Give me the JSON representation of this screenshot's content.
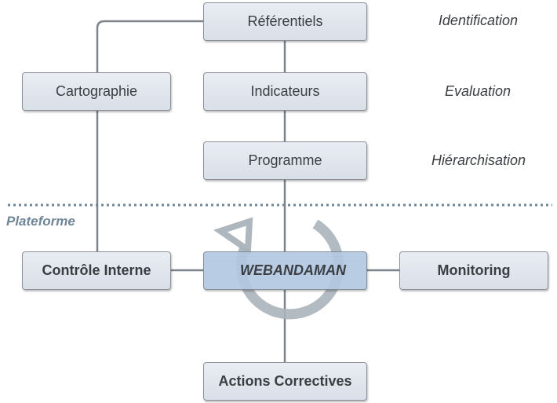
{
  "boxes": {
    "referentiels": "Référentiels",
    "cartographie": "Cartographie",
    "indicateurs": "Indicateurs",
    "programme": "Programme",
    "controle_interne": "Contrôle Interne",
    "webandaman": "WEBANDAMAN",
    "monitoring": "Monitoring",
    "actions_correctives": "Actions Correctives"
  },
  "phases": {
    "identification": "Identification",
    "evaluation": "Evaluation",
    "hierarchisation": "Hiérarchisation"
  },
  "platform_label": "Plateforme",
  "colors": {
    "box_fill": "#dde2ea",
    "core_fill": "#b3c9e1",
    "connector": "#7d838a",
    "divider": "#6f8696",
    "cycle_arrow": "#aab3bb"
  }
}
